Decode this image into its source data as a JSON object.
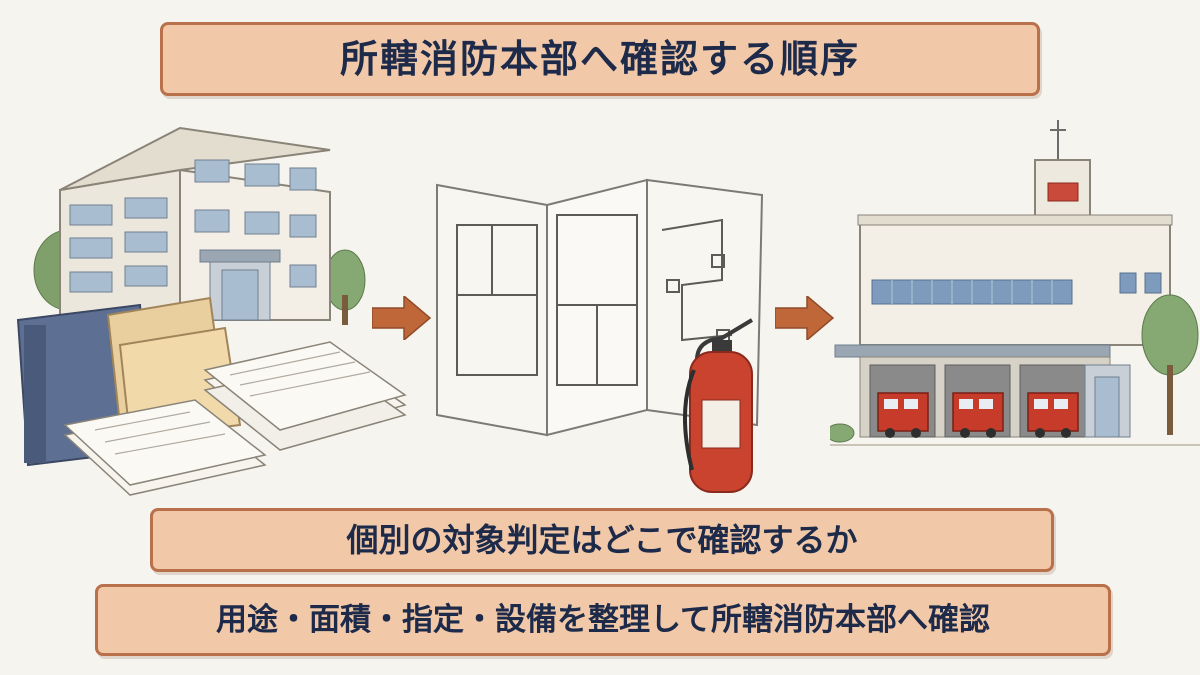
{
  "title": "所轄消防本部へ確認する順序",
  "question": "個別の対象判定はどこで確認するか",
  "answer": "用途・面積・指定・設備を整理して所轄消防本部へ確認",
  "colors": {
    "banner_fill": "#f2c9a8",
    "banner_border": "#b8714a",
    "text": "#1d2a4a",
    "arrow": "#c0673a",
    "truck": "#c73b2a",
    "extinguisher": "#c9432f"
  },
  "illustrations": [
    {
      "icon": "office-building-with-documents-icon"
    },
    {
      "icon": "floor-plan-with-fire-extinguisher-icon"
    },
    {
      "icon": "fire-station-icon"
    }
  ],
  "arrows": [
    {
      "icon": "right-arrow-icon"
    },
    {
      "icon": "right-arrow-icon"
    }
  ]
}
